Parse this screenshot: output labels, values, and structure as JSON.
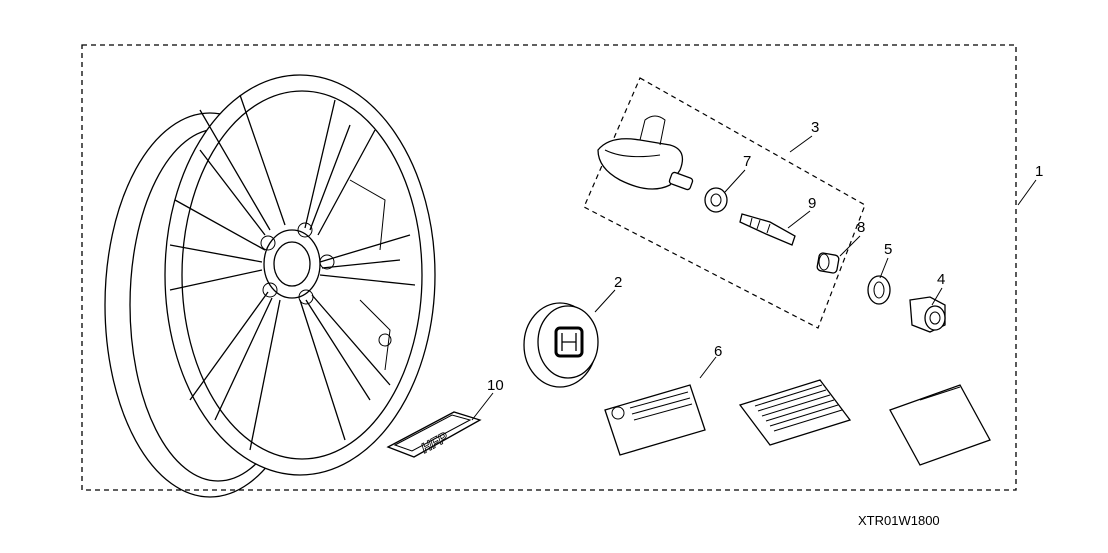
{
  "diagram": {
    "callouts": [
      "1",
      "2",
      "3",
      "4",
      "5",
      "6",
      "7",
      "8",
      "9",
      "10"
    ],
    "emblem_text": "HFP",
    "drawing_code": "XTR01W1800"
  }
}
